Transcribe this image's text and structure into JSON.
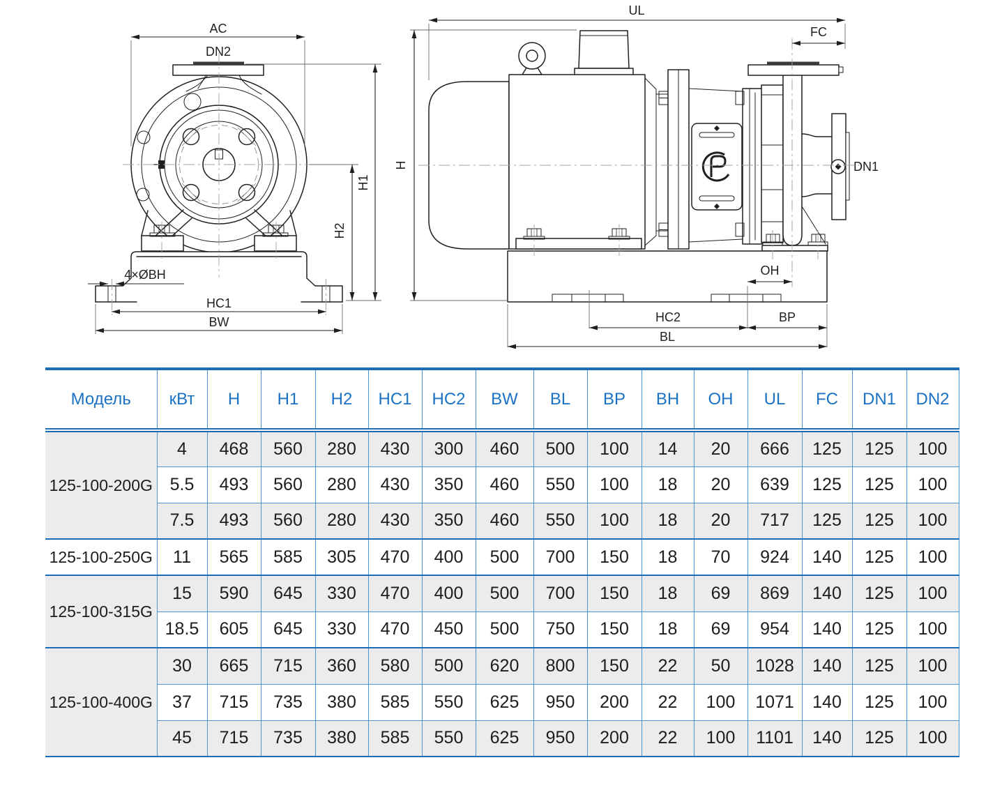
{
  "diagram": {
    "front": {
      "ac": "AC",
      "dn2": "DN2",
      "h1": "H1",
      "h2": "H2",
      "bh": "4×ØBH",
      "hc1": "HC1",
      "bw": "BW"
    },
    "side": {
      "ul": "UL",
      "fc": "FC",
      "h": "H",
      "dn1": "DN1",
      "oh": "OH",
      "hc2": "HC2",
      "bp": "BP",
      "bl": "BL"
    }
  },
  "table": {
    "columns": [
      "Модель",
      "кВт",
      "H",
      "H1",
      "H2",
      "HC1",
      "HC2",
      "BW",
      "BL",
      "BP",
      "BH",
      "OH",
      "UL",
      "FC",
      "DN1",
      "DN2"
    ],
    "groups": [
      {
        "model": "125-100-200G",
        "rows": [
          [
            "4",
            "468",
            "560",
            "280",
            "430",
            "300",
            "460",
            "500",
            "100",
            "14",
            "20",
            "666",
            "125",
            "125",
            "100"
          ],
          [
            "5.5",
            "493",
            "560",
            "280",
            "430",
            "350",
            "460",
            "550",
            "100",
            "18",
            "20",
            "639",
            "125",
            "125",
            "100"
          ],
          [
            "7.5",
            "493",
            "560",
            "280",
            "430",
            "350",
            "460",
            "550",
            "100",
            "18",
            "20",
            "717",
            "125",
            "125",
            "100"
          ]
        ]
      },
      {
        "model": "125-100-250G",
        "rows": [
          [
            "11",
            "565",
            "585",
            "305",
            "470",
            "400",
            "500",
            "700",
            "150",
            "18",
            "70",
            "924",
            "140",
            "125",
            "100"
          ]
        ]
      },
      {
        "model": "125-100-315G",
        "rows": [
          [
            "15",
            "590",
            "645",
            "330",
            "470",
            "400",
            "500",
            "700",
            "150",
            "18",
            "69",
            "869",
            "140",
            "125",
            "100"
          ],
          [
            "18.5",
            "605",
            "645",
            "330",
            "470",
            "450",
            "500",
            "750",
            "150",
            "18",
            "69",
            "954",
            "140",
            "125",
            "100"
          ]
        ]
      },
      {
        "model": "125-100-400G",
        "rows": [
          [
            "30",
            "665",
            "715",
            "360",
            "580",
            "500",
            "620",
            "800",
            "150",
            "22",
            "50",
            "1028",
            "140",
            "125",
            "100"
          ],
          [
            "37",
            "715",
            "735",
            "380",
            "585",
            "550",
            "625",
            "950",
            "200",
            "22",
            "100",
            "1071",
            "140",
            "125",
            "100"
          ],
          [
            "45",
            "715",
            "735",
            "380",
            "585",
            "550",
            "625",
            "950",
            "200",
            "22",
            "100",
            "1101",
            "140",
            "125",
            "100"
          ]
        ]
      }
    ]
  },
  "colors": {
    "accent_blue": "#1b6db8",
    "grid_blue": "#4f94d4",
    "header_text": "#1b72c4",
    "row_shade": "#ececee",
    "ink": "#1f1f1f"
  }
}
